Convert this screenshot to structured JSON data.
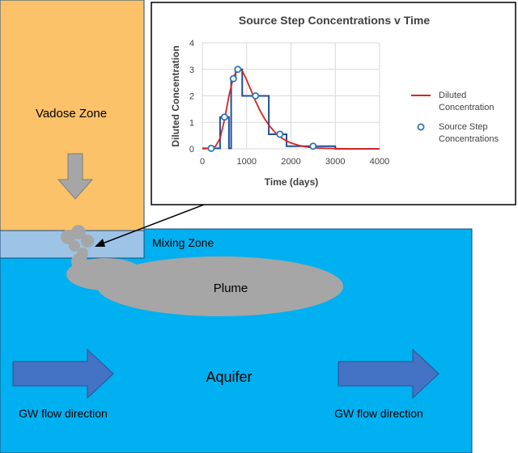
{
  "labels": {
    "vadose_zone": "Vadose Zone",
    "mixing_zone": "Mixing Zone",
    "plume": "Plume",
    "aquifer": "Aquifer",
    "gw_flow_left": "GW flow direction",
    "gw_flow_right": "GW flow direction"
  },
  "colors": {
    "vadose": "#FBC26A",
    "aquifer": "#00B0F0",
    "mixing": "#9DC3E6",
    "plume": "#A6A6A6",
    "flow_arrow": "#4472C4",
    "step_line": "#1F4E99",
    "curve": "#E0201B",
    "marker": "#2E75B6"
  },
  "chart_data": {
    "type": "line",
    "title": "Source Step Concentrations v Time",
    "xlabel": "Time (days)",
    "ylabel": "Diluted Concentration",
    "xlim": [
      0,
      4000
    ],
    "ylim": [
      0,
      4
    ],
    "xticks": [
      "0",
      "1000",
      "2000",
      "3000",
      "4000"
    ],
    "yticks": [
      "0",
      "1",
      "2",
      "3",
      "4"
    ],
    "grid": true,
    "legend": "right",
    "series": [
      {
        "name": "Diluted Concentration",
        "style": "line",
        "x": [
          0,
          200,
          300,
          400,
          500,
          600,
          700,
          800,
          850,
          900,
          1000,
          1100,
          1200,
          1300,
          1400,
          1500,
          1600,
          1700,
          1800,
          1900,
          2000,
          2200,
          2400,
          2600,
          2800,
          3000,
          3500,
          4000
        ],
        "y": [
          0,
          0.02,
          0.1,
          0.4,
          1.1,
          2.0,
          2.7,
          3.0,
          3.02,
          2.95,
          2.6,
          2.2,
          1.8,
          1.45,
          1.15,
          0.9,
          0.7,
          0.52,
          0.4,
          0.3,
          0.22,
          0.12,
          0.06,
          0.03,
          0.02,
          0.01,
          0.0,
          0.0
        ]
      },
      {
        "name": "Source Step Concentrations",
        "style": "markers",
        "x": [
          200,
          500,
          700,
          800,
          1200,
          1750,
          2500
        ],
        "y": [
          0.02,
          1.2,
          2.65,
          3.0,
          2.0,
          0.55,
          0.1
        ]
      },
      {
        "name": "",
        "style": "step",
        "x": [
          0,
          400,
          400,
          600,
          600,
          650,
          650,
          750,
          750,
          900,
          900,
          1500,
          1500,
          1900,
          1900,
          3000,
          3000,
          4000
        ],
        "y": [
          0.02,
          0.02,
          1.2,
          1.2,
          0.02,
          0.02,
          2.65,
          2.65,
          3.0,
          3.0,
          2.0,
          2.0,
          0.55,
          0.55,
          0.1,
          0.1,
          0.0,
          0.0
        ]
      }
    ]
  }
}
